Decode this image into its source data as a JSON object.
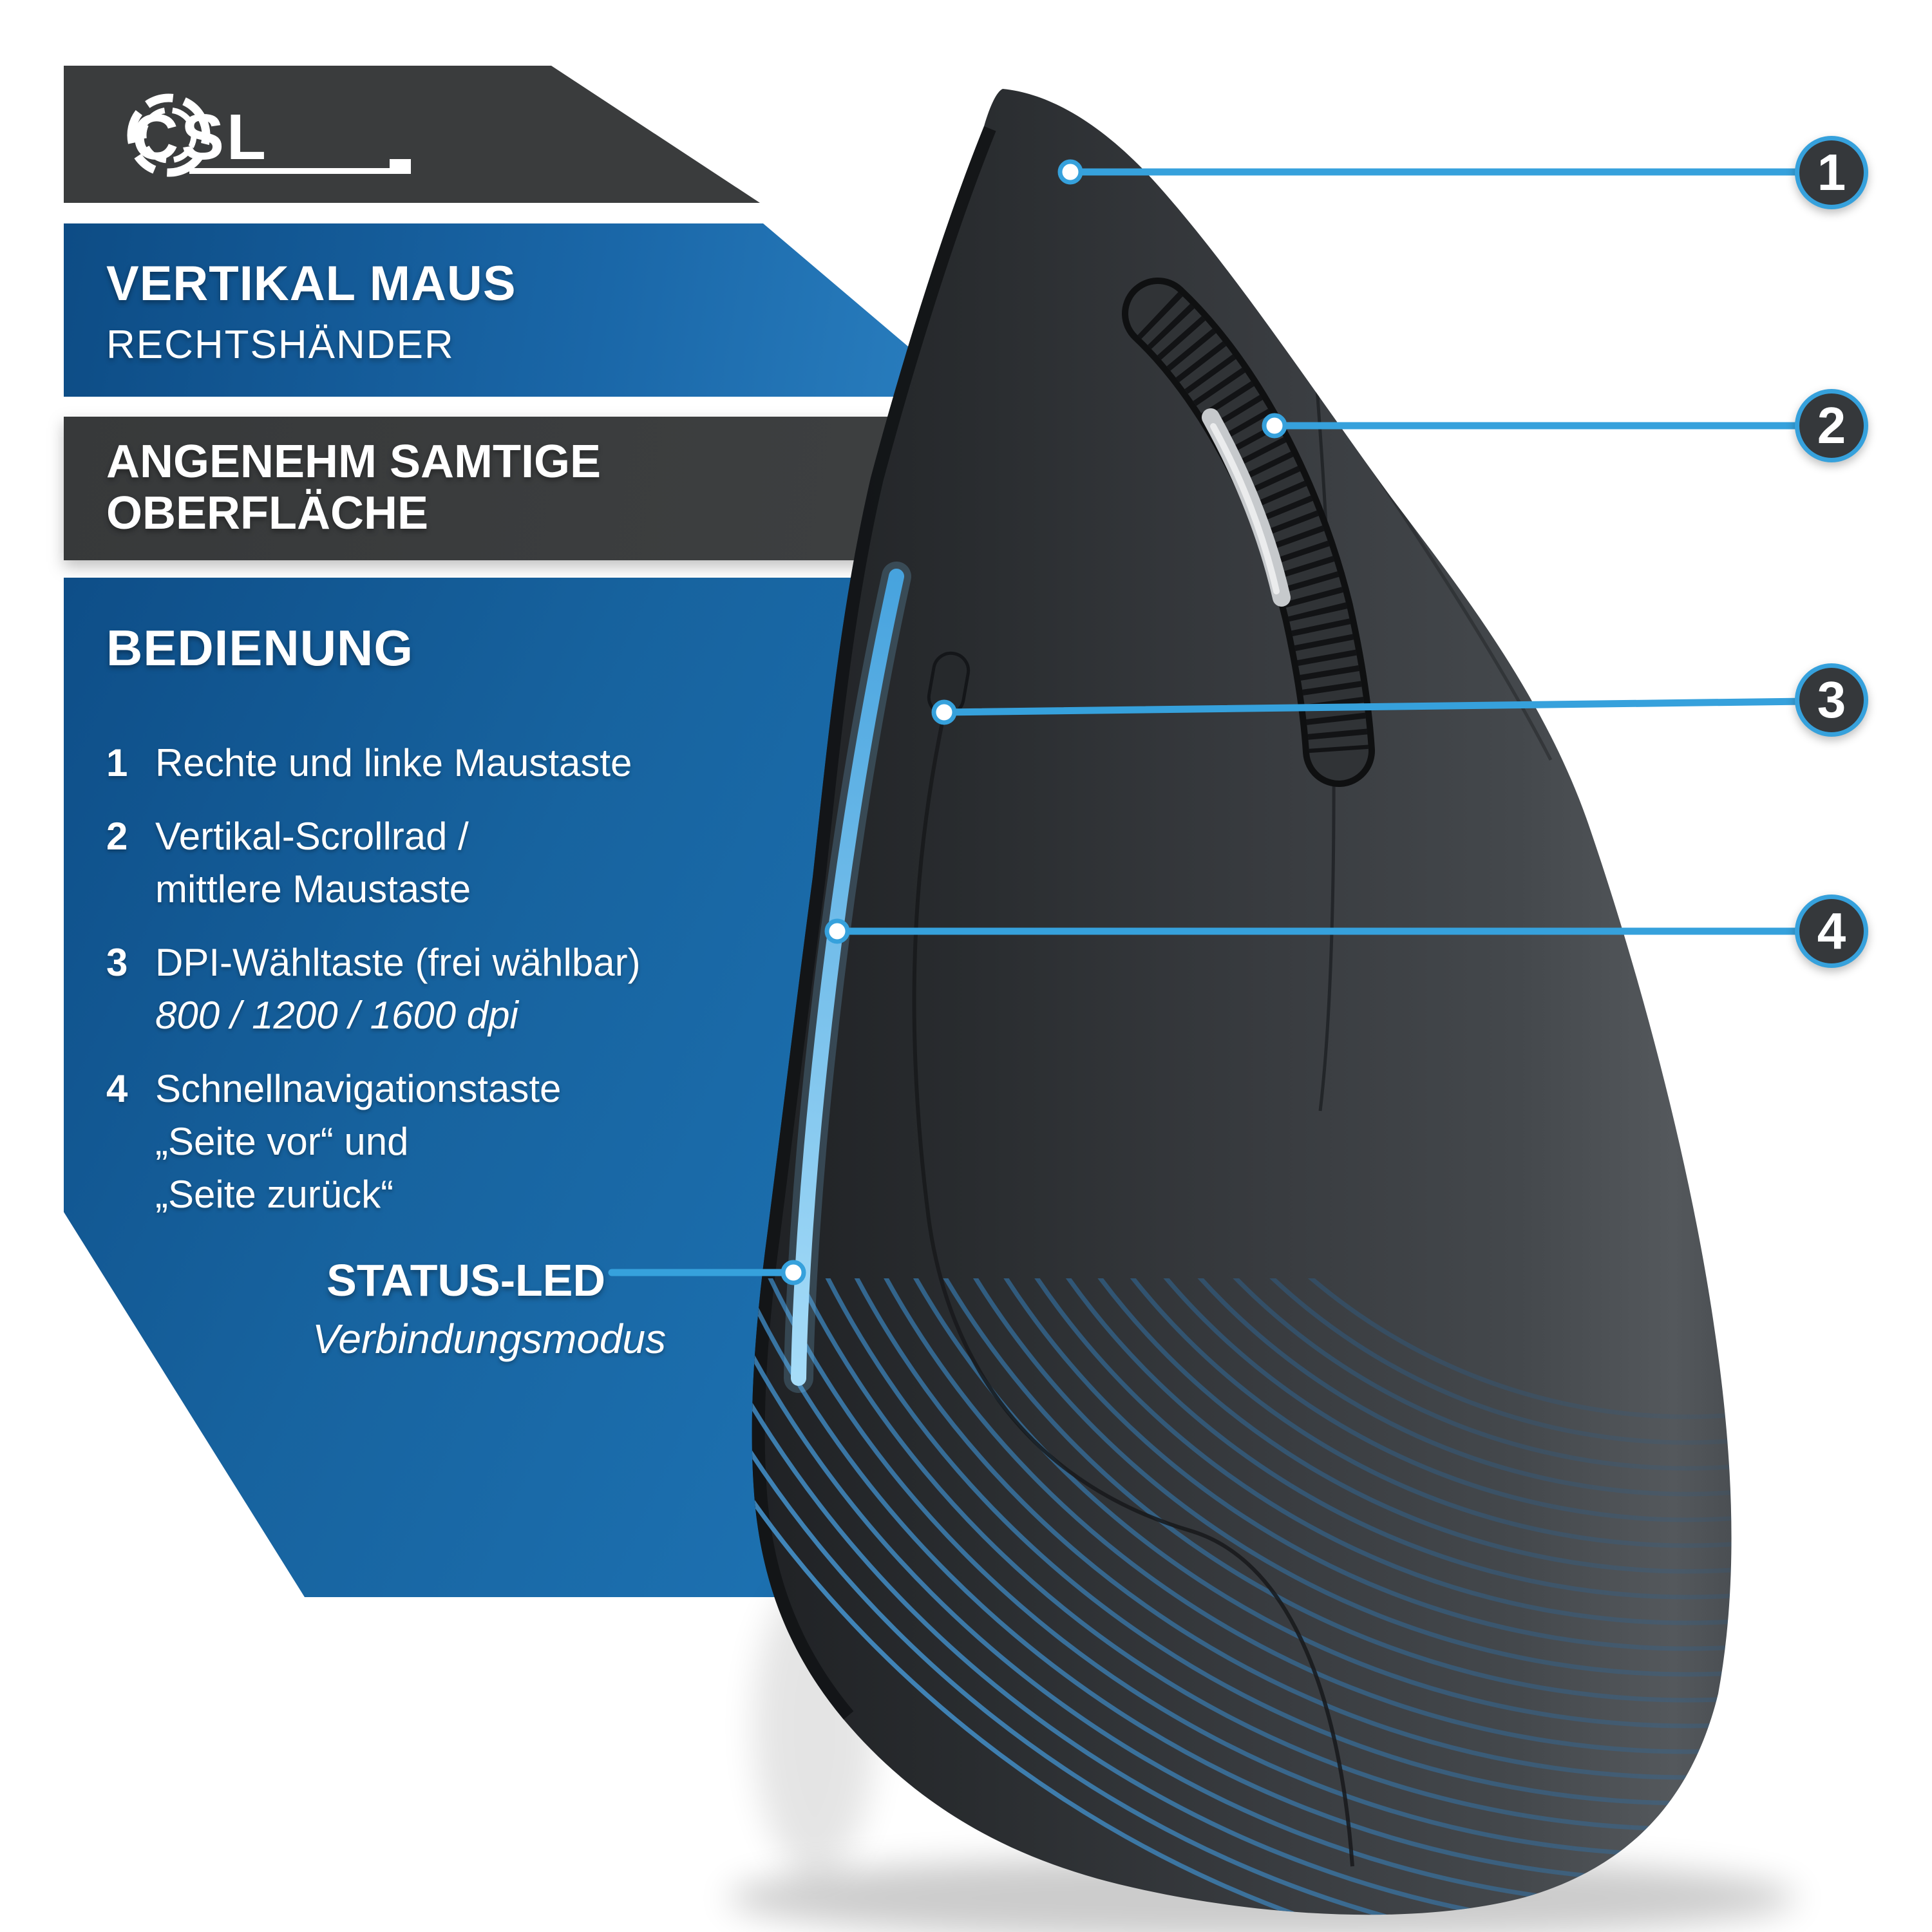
{
  "logo": {
    "brand": "CSL"
  },
  "banners": {
    "product": {
      "title": "VERTIKAL MAUS",
      "subtitle": "RECHTSHÄNDER"
    },
    "surface": {
      "line1": "ANGENEHM SAMTIGE",
      "line2": "OBERFLÄCHE"
    }
  },
  "panel": {
    "heading": "BEDIENUNG",
    "items": [
      {
        "num": "1",
        "line1": "Rechte und linke Maustaste"
      },
      {
        "num": "2",
        "line1": "Vertikal-Scrollrad /",
        "line2": "mittlere Maustaste"
      },
      {
        "num": "3",
        "line1": "DPI-Wähltaste (frei wählbar)",
        "line2_italic": "800 / 1200 / 1600 dpi"
      },
      {
        "num": "4",
        "line1": "Schnellnavigationstaste",
        "line2": "„Seite vor“ und",
        "line3": "„Seite zurück“"
      }
    ]
  },
  "status_led": {
    "label": "STATUS-LED",
    "sublabel": "Verbindungsmodus"
  },
  "callouts": {
    "c1": "1",
    "c2": "2",
    "c3": "3",
    "c4": "4"
  },
  "colors": {
    "accent_blue": "#36a1dc",
    "panel_blue": "#17639f",
    "banner_dark": "#3a3c3d",
    "led_blue": "#8fd0f5",
    "mouse_body": "#383b3f"
  }
}
